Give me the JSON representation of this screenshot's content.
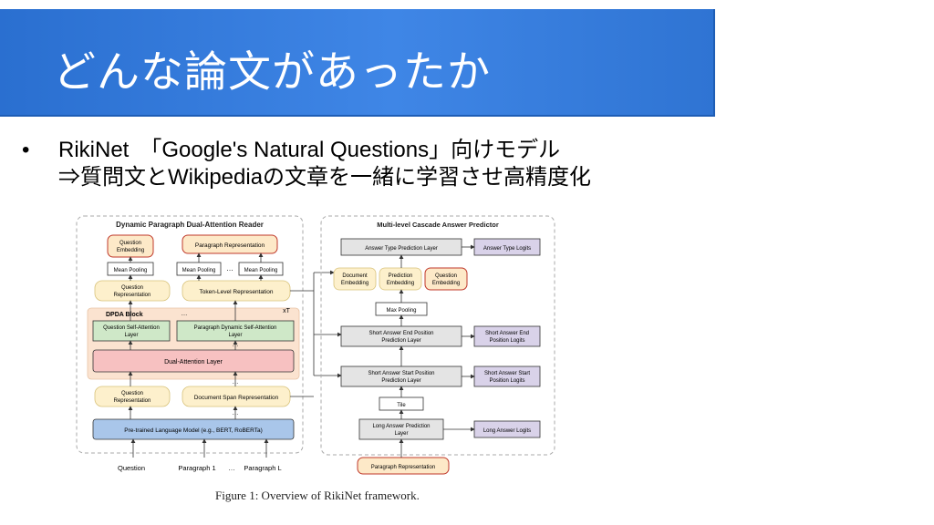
{
  "slide": {
    "title": "どんな論文があったか",
    "bullet_line1": "RikiNet　「Google's Natural Questions」向けモデル",
    "bullet_line2": "⇒質問文とWikipediaの文章を一緒に学習させ高精度化",
    "bullet_symbol": "•"
  },
  "figure": {
    "left_title": "Dynamic Paragraph Dual-Attention Reader",
    "right_title": "Multi-level Cascade Answer Predictor",
    "q_embedding": [
      "Question",
      "Embedding"
    ],
    "para_repr": "Paragraph Representation",
    "mean_pool_1": "Mean Pooling",
    "mean_pool_2": "Mean Pooling",
    "mean_pool_3": "Mean Pooling",
    "ellipsis": "…",
    "q_repr_top": [
      "Question",
      "Representation"
    ],
    "token_repr": "Token-Level Representation",
    "xt": "xT",
    "dpda_block": "DPDA Block",
    "q_self_attn": [
      "Question Self-Attention",
      "Layer"
    ],
    "para_dyn_attn": [
      "Paragraph  Dynamic  Self-Attention",
      "Layer"
    ],
    "dual_attn": "Dual-Attention Layer",
    "q_repr_bot": [
      "Question",
      "Representation"
    ],
    "doc_span_repr": "Document Span Representation",
    "plm": "Pre-trained Language Model (e.g., BERT, RoBERTa)",
    "input_question": "Question",
    "input_p1": "Paragraph 1",
    "input_dots": "…",
    "input_pl": "Paragraph L",
    "answer_type_layer": "Answer Type Prediction Layer",
    "answer_type_logits": "Answer Type Logits",
    "doc_embedding": [
      "Document",
      "Embedding"
    ],
    "pred_embedding": [
      "Prediction",
      "Embedding"
    ],
    "q_embedding_r": [
      "Question",
      "Embedding"
    ],
    "max_pooling": "Max Pooling",
    "short_end_layer": [
      "Short Answer End Position",
      "Prediction Layer"
    ],
    "short_end_logits": [
      "Short Answer End",
      "Position Logits"
    ],
    "short_start_layer": [
      "Short Answer Start Position",
      "Prediction Layer"
    ],
    "short_start_logits": [
      "Short Answer Start",
      "Position Logits"
    ],
    "tile": "Tile",
    "long_layer": [
      "Long Answer Prediction",
      "Layer"
    ],
    "long_logits": "Long Answer Logits",
    "para_repr_r": "Paragraph Representation",
    "caption": "Figure 1: Overview of RikiNet framework."
  }
}
